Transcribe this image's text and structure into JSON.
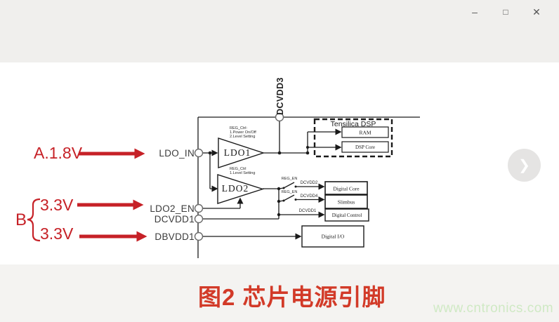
{
  "window": {
    "controls": {
      "minimize": "–",
      "maximize": "□",
      "close": "✕"
    }
  },
  "carousel": {
    "next": "❯"
  },
  "annotations": {
    "input_a": {
      "label": "A.1.8V"
    },
    "group_b": {
      "label": "B",
      "value1": "3.3V",
      "value2": "3.3V"
    }
  },
  "diagram": {
    "pins": {
      "dcvdd3": "DCVDD3",
      "ldo_in": "LDO_IN",
      "ldo2_en": "LDO2_EN",
      "dcvdd1": "DCVDD1",
      "dbvdd1": "DBVDD1"
    },
    "ldo1": {
      "name": "LDO1",
      "ctrl1": "REG_Ctrl:",
      "ctrl2": "1.Power On/Off",
      "ctrl3": "2.Level Setting"
    },
    "ldo2": {
      "name": "LDO2",
      "ctrl1": "REG_Ctrl",
      "ctrl2": "1.Level Setting"
    },
    "dsp": {
      "title": "Tensilica DSP",
      "ram": "RAM",
      "core": "DSP Core"
    },
    "switches": {
      "sw1": "REG_EN",
      "sw2": "REG_EN"
    },
    "nets": {
      "net1": "DCVDD2",
      "net2": "DCVDD4",
      "net3": "DCVDD1"
    },
    "loads": {
      "digital_core": "Digital Core",
      "slimbus": "Slimbus",
      "digital_control": "Digital Control",
      "digital_io": "Digital I/O"
    }
  },
  "caption": "图2 芯片电源引脚",
  "watermark": "www.cntronics.com",
  "colors": {
    "annotation_red": "#c62127",
    "caption_red": "#d23a28",
    "watermark_green": "#cfe9c4",
    "diagram_ink": "#1a1a1a"
  }
}
